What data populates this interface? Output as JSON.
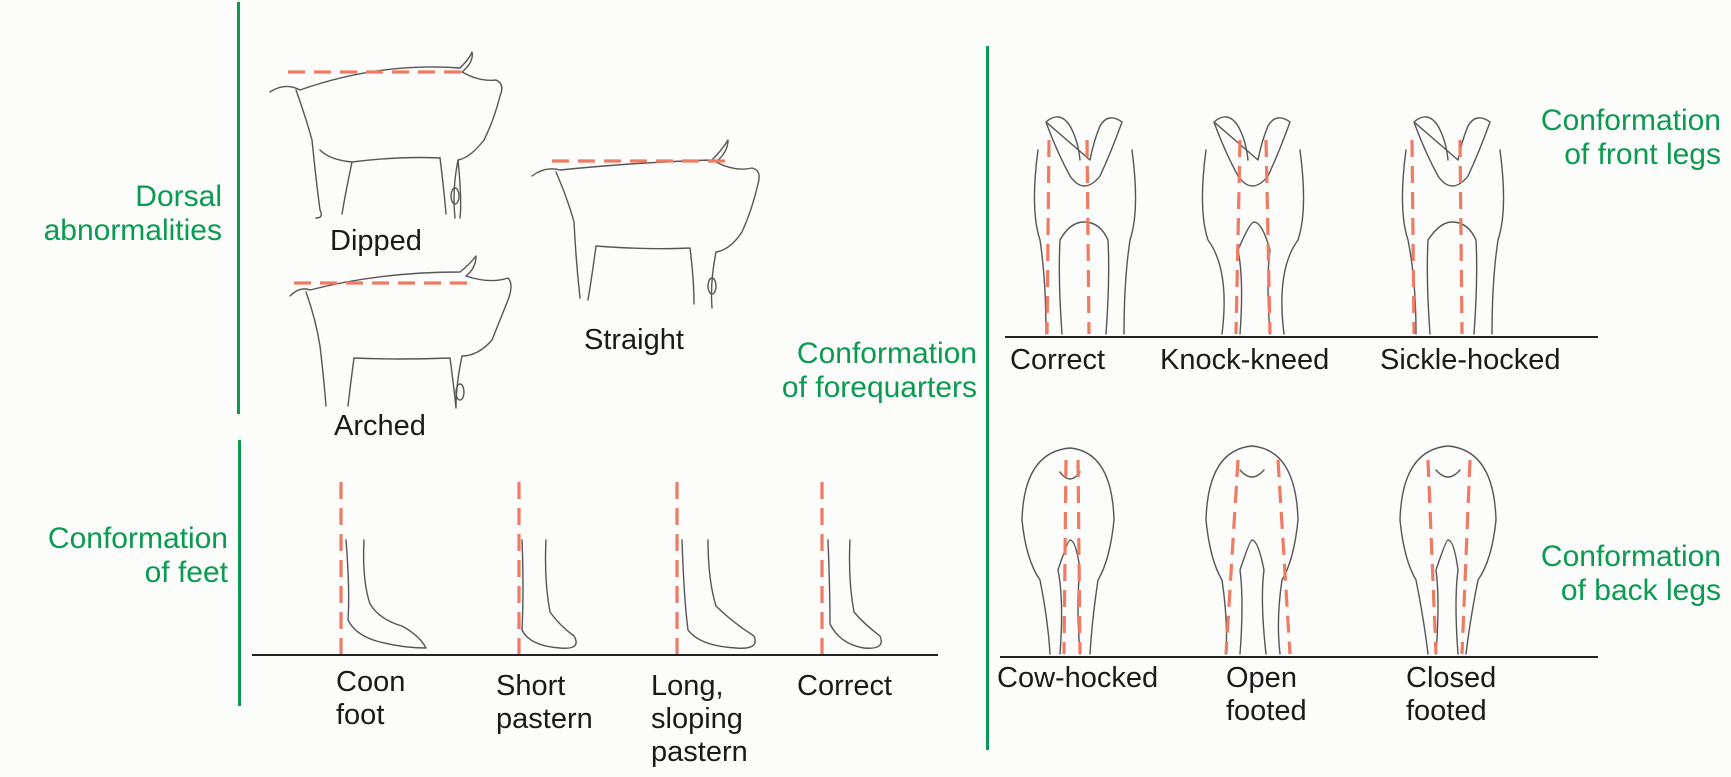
{
  "colors": {
    "section_label": "#0a9a52",
    "guide_line": "#ee7b64",
    "text": "#1a1a1a"
  },
  "sections": {
    "dorsal": "Dorsal\nabnormalities",
    "feet": "Conformation\nof feet",
    "forequarters": "Conformation\nof forequarters",
    "front_legs": "Conformation\nof front legs",
    "back_legs": "Conformation\nof back legs"
  },
  "dorsal_examples": [
    "Dipped",
    "Straight",
    "Arched"
  ],
  "feet_examples": [
    "Coon\nfoot",
    "Short\npastern",
    "Long,\nsloping\npastern",
    "Correct"
  ],
  "front_leg_examples": [
    "Correct",
    "Knock-kneed",
    "Sickle-hocked"
  ],
  "back_leg_examples": [
    "Cow-hocked",
    "Open\nfooted",
    "Closed\nfooted"
  ]
}
